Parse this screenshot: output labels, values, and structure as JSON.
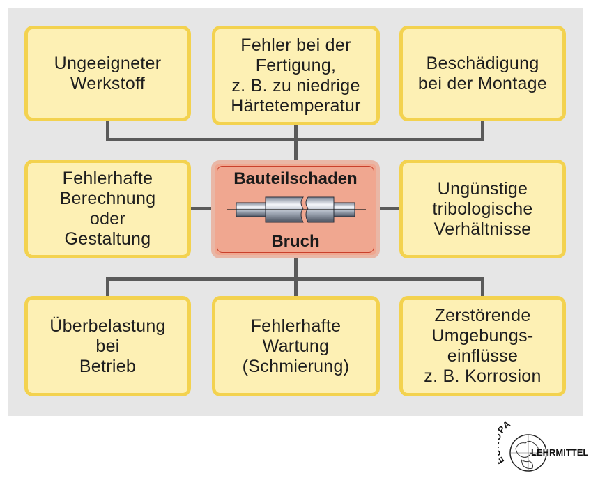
{
  "top": [
    {
      "label": "Ungeeigneter\nWerkstoff"
    },
    {
      "label": "Fehler bei der\nFertigung,\nz. B. zu niedrige\nHärtetemperatur"
    },
    {
      "label": "Beschädigung\nbei der Montage"
    }
  ],
  "middle": {
    "left": "Fehlerhafte\nBerechnung\noder\nGestaltung",
    "right": "Ungünstige\ntribologische\nVerhältnisse"
  },
  "center": {
    "title": "Bauteilschaden",
    "subtitle": "Bruch"
  },
  "bottom": [
    {
      "label": "Überbelastung\nbei\nBetrieb"
    },
    {
      "label": "Fehlerhafte\nWartung\n(Schmierung)"
    },
    {
      "label": "Zerstörende\nUmgebungs-\neinflüsse\nz. B. Korrosion"
    }
  ],
  "logo": {
    "top": "EUROPA",
    "bottom": "LEHRMITTEL"
  },
  "colors": {
    "box_fill": "#fdf0b4",
    "box_border": "#f3d24f",
    "center_fill": "#f0a790",
    "connector": "#5a5a5a"
  }
}
